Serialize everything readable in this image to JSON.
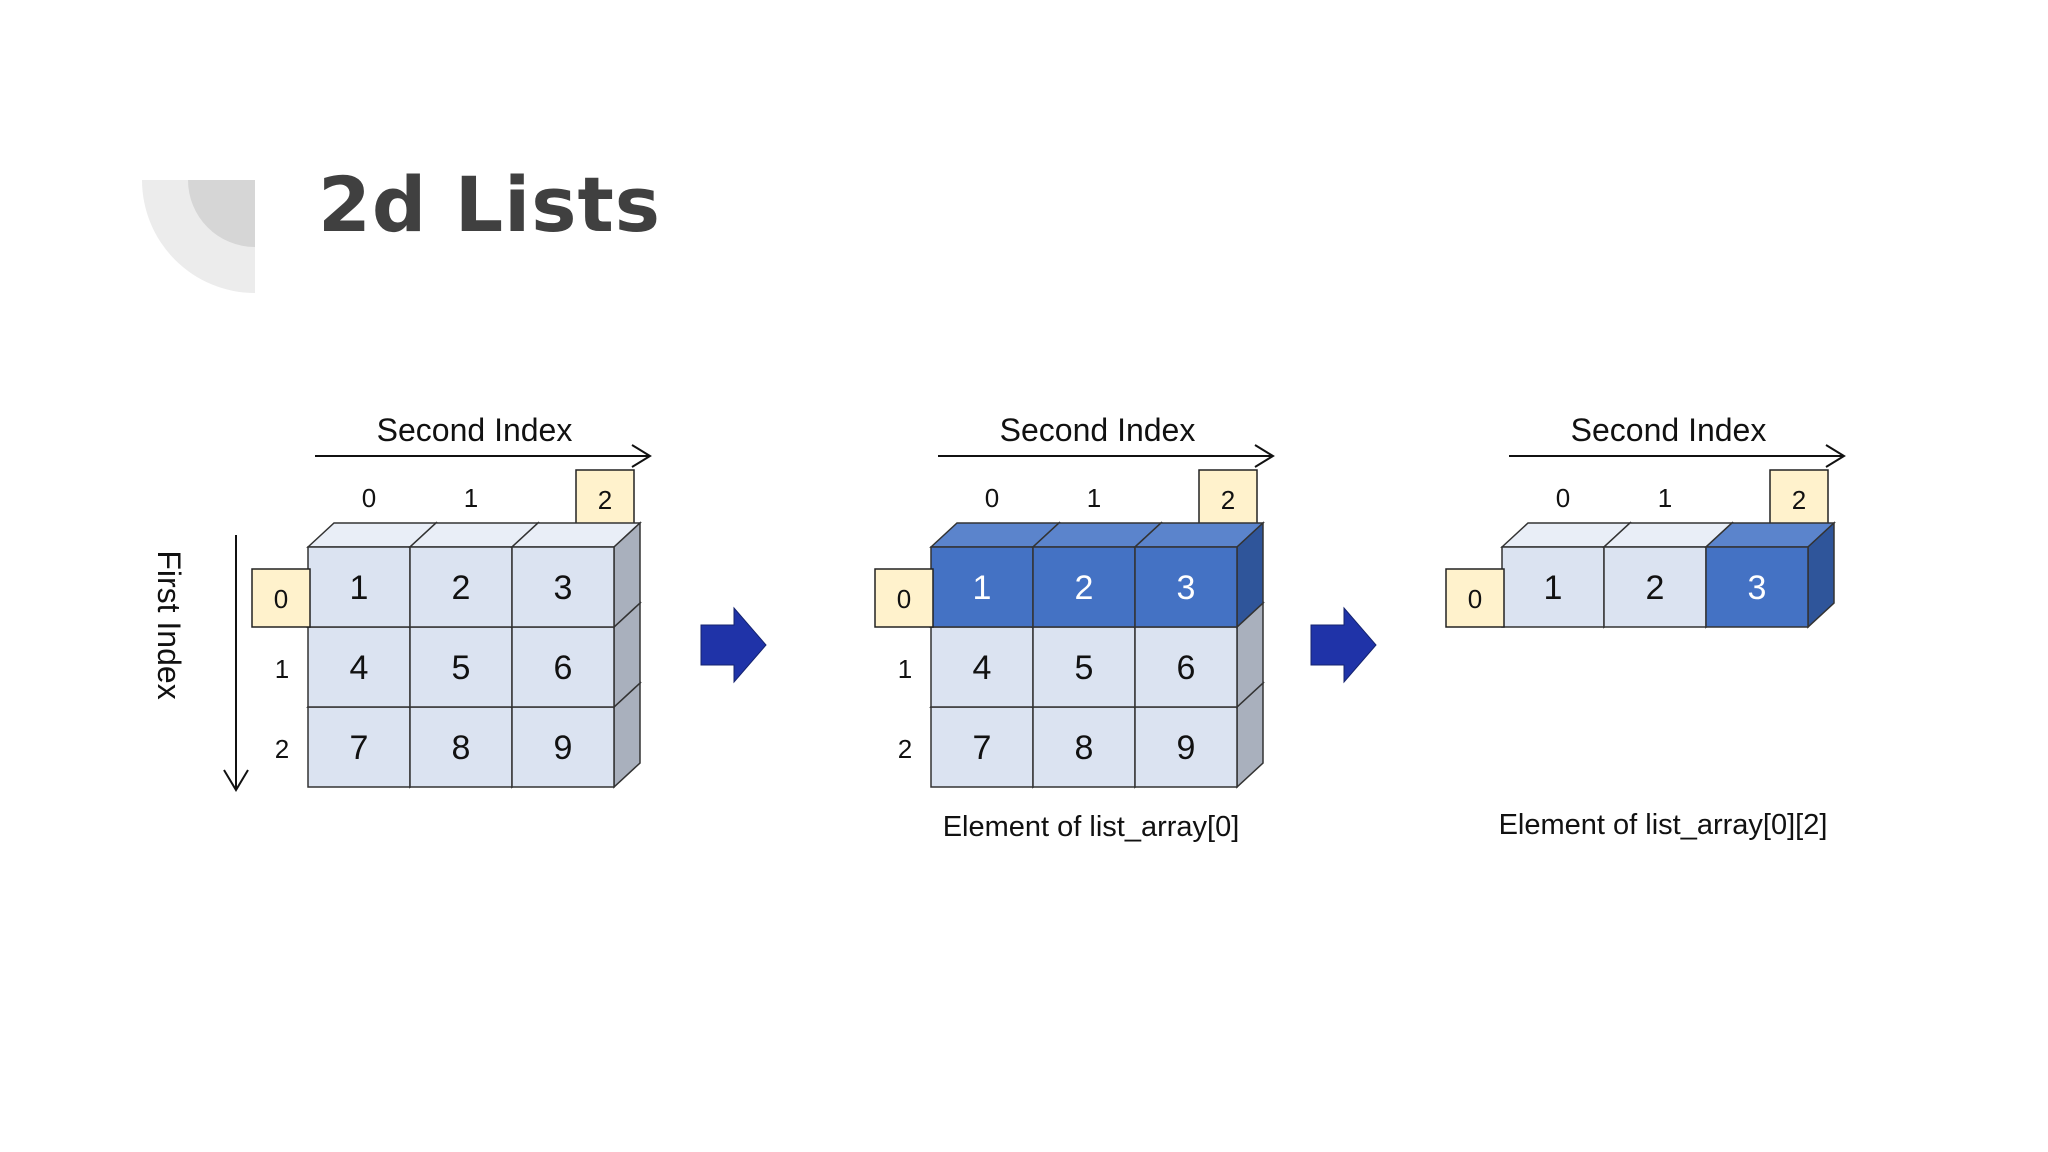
{
  "slide": {
    "title": "2d Lists"
  },
  "panels": [
    {
      "axis_label": "Second Index",
      "col_indices": [
        "0",
        "1",
        "2"
      ],
      "row_indices": [
        "0",
        "1",
        "2"
      ],
      "first_index_label": "First Index",
      "grid": [
        [
          "1",
          "2",
          "3"
        ],
        [
          "4",
          "5",
          "6"
        ],
        [
          "7",
          "8",
          "9"
        ]
      ],
      "highlight_row": null,
      "highlight_col": null,
      "caption": ""
    },
    {
      "axis_label": "Second Index",
      "col_indices": [
        "0",
        "1",
        "2"
      ],
      "row_indices": [
        "0",
        "1",
        "2"
      ],
      "first_index_label": "",
      "grid": [
        [
          "1",
          "2",
          "3"
        ],
        [
          "4",
          "5",
          "6"
        ],
        [
          "7",
          "8",
          "9"
        ]
      ],
      "highlight_row": 0,
      "highlight_col": null,
      "caption": "Element of list_array[0]"
    },
    {
      "axis_label": "Second Index",
      "col_indices": [
        "0",
        "1",
        "2"
      ],
      "row_indices": [
        "0"
      ],
      "first_index_label": "",
      "grid": [
        [
          "1",
          "2",
          "3"
        ]
      ],
      "highlight_row": null,
      "highlight_col": 2,
      "caption": "Element of list_array[0][2]"
    }
  ],
  "colors": {
    "cube_light": "#dbe3f1",
    "cube_light_top": "#e9eef7",
    "cube_light_side": "#a9b0bd",
    "cube_highlight": "#4472c4",
    "cube_highlight_top": "#5b84cc",
    "cube_highlight_side": "#2f559a",
    "index_box": "#fff2cc",
    "arrow_blue": "#1f33a8",
    "title": "#404040",
    "decor": "#d9d9d9"
  }
}
